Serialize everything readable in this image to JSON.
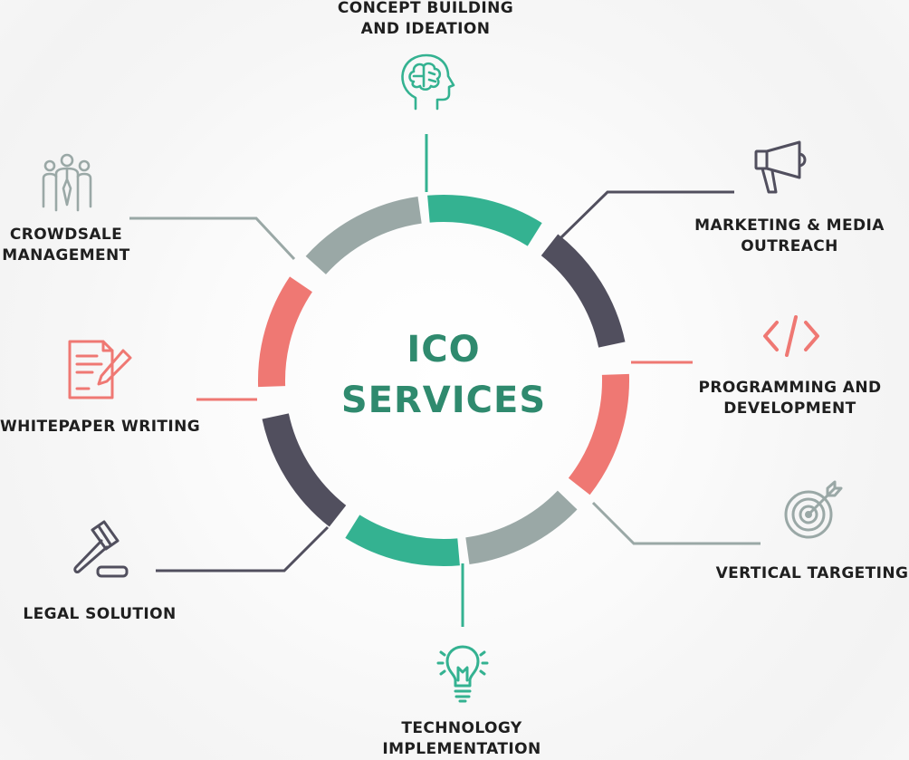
{
  "center": {
    "line1": "ICO",
    "line2": "SERVICES"
  },
  "colors": {
    "teal": "#34b291",
    "dark": "#514f5e",
    "coral": "#ef7873",
    "gray": "#9aa8a6",
    "title": "#2f8a6e"
  },
  "services": [
    {
      "id": "concept",
      "lines": [
        "CONCEPT BUILDING",
        "AND IDEATION"
      ],
      "icon": "brain-head-icon",
      "color": "teal"
    },
    {
      "id": "marketing",
      "lines": [
        "MARKETING & MEDIA",
        "OUTREACH"
      ],
      "icon": "megaphone-icon",
      "color": "dark"
    },
    {
      "id": "programming",
      "lines": [
        "PROGRAMMING AND",
        "DEVELOPMENT"
      ],
      "icon": "code-brackets-icon",
      "color": "coral"
    },
    {
      "id": "vertical",
      "lines": [
        "VERTICAL TARGETING"
      ],
      "icon": "target-arrow-icon",
      "color": "gray"
    },
    {
      "id": "technology",
      "lines": [
        "TECHNOLOGY",
        "IMPLEMENTATION"
      ],
      "icon": "lightbulb-icon",
      "color": "teal"
    },
    {
      "id": "legal",
      "lines": [
        "LEGAL SOLUTION"
      ],
      "icon": "gavel-icon",
      "color": "dark"
    },
    {
      "id": "whitepaper",
      "lines": [
        "WHITEPAPER WRITING"
      ],
      "icon": "document-pen-icon",
      "color": "coral"
    },
    {
      "id": "crowdsale",
      "lines": [
        "CROWDSALE",
        "MANAGEMENT"
      ],
      "icon": "people-group-icon",
      "color": "gray"
    }
  ]
}
